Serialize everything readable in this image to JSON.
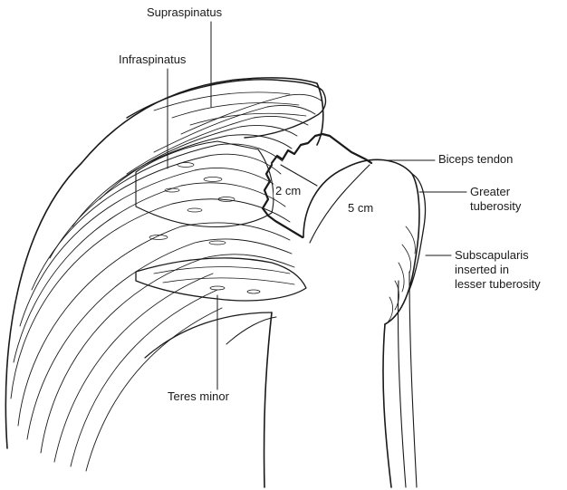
{
  "labels": {
    "supraspinatus": "Supraspinatus",
    "infraspinatus": "Infraspinatus",
    "biceps_tendon": "Biceps tendon",
    "greater_tuberosity": [
      "Greater",
      "tuberosity"
    ],
    "subscapularis": [
      "Subscapularis",
      "inserted in",
      "lesser tuberosity"
    ],
    "teres_minor": "Teres minor"
  },
  "measurements": {
    "tear_width": "2 cm",
    "tear_length": "5 cm"
  },
  "colors": {
    "ink": "#1a1a1a",
    "background": "#ffffff"
  }
}
